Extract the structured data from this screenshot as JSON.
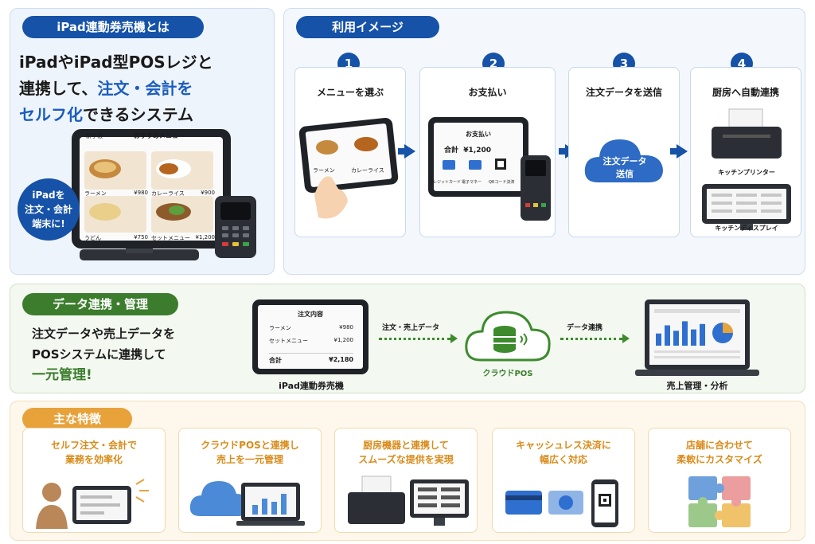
{
  "intro": {
    "label": "iPad連動券売機とは",
    "headline_line1": "iPadやiPad型POSレジと",
    "headline_line2_a": "連携して、",
    "headline_line2_b": "注文・会計を",
    "headline_line3_a": "セルフ化",
    "headline_line3_b": "できるシステム",
    "badge_line1": "iPadを",
    "badge_line2": "注文・会計",
    "badge_line3": "端末に!",
    "screen_header": "おすすめメニュー",
    "screen_corner": "新手帳",
    "menu": [
      {
        "name": "ラーメン",
        "price": "¥980"
      },
      {
        "name": "カレーライス",
        "price": "¥900"
      },
      {
        "name": "うどん",
        "price": "¥750"
      },
      {
        "name": "セットメニュー",
        "price": "¥1,200"
      }
    ]
  },
  "usage": {
    "label": "利用イメージ",
    "steps": [
      {
        "num": "1",
        "title": "メニューを選ぶ",
        "item1": "ラーメン",
        "item2": "カレーライス"
      },
      {
        "num": "2",
        "title": "お支払い",
        "screen_title": "お支払い",
        "total_label": "合計",
        "total": "¥1,200",
        "opt1": "クレジットカード",
        "opt2": "電子マネー",
        "opt3": "QRコード決済"
      },
      {
        "num": "3",
        "title": "注文データを送信",
        "cloud_line1": "注文データ",
        "cloud_line2": "送信"
      },
      {
        "num": "4",
        "title": "厨房へ自動連携",
        "device1": "キッチンプリンター",
        "device2": "キッチンディスプレイ"
      }
    ]
  },
  "data": {
    "label": "データ連携・管理",
    "desc_line1": "注文データや売上データを",
    "desc_line2": "POSシステムに連携して",
    "desc_line3": "一元管理!",
    "receipt_title": "注文内容",
    "receipt_items": [
      {
        "name": "ラーメン",
        "price": "¥980"
      },
      {
        "name": "セットメニュー",
        "price": "¥1,200"
      }
    ],
    "receipt_total_label": "合計",
    "receipt_total": "¥2,180",
    "device_caption": "iPad連動券売機",
    "flow1": "注文・売上データ",
    "cloud_caption": "クラウドPOS",
    "flow2": "データ連携",
    "laptop_caption": "売上管理・分析",
    "bar_values": [
      0.45,
      0.75,
      0.55,
      0.9,
      0.6,
      0.8
    ]
  },
  "features": {
    "label": "主な特徴",
    "cards": [
      {
        "line1": "セルフ注文・会計で",
        "line2": "業務を効率化"
      },
      {
        "line1": "クラウドPOSと連携し",
        "line2": "売上を一元管理"
      },
      {
        "line1": "厨房機器と連携して",
        "line2": "スムーズな提供を実現"
      },
      {
        "line1": "キャッシュレス決済に",
        "line2": "幅広く対応"
      },
      {
        "line1": "店舗に合わせて",
        "line2": "柔軟にカスタマイズ"
      }
    ]
  },
  "colors": {
    "primary": "#1552a8",
    "green": "#3b7d2c",
    "orange": "#e8a23a",
    "accent_text": "#1a5cc0"
  }
}
